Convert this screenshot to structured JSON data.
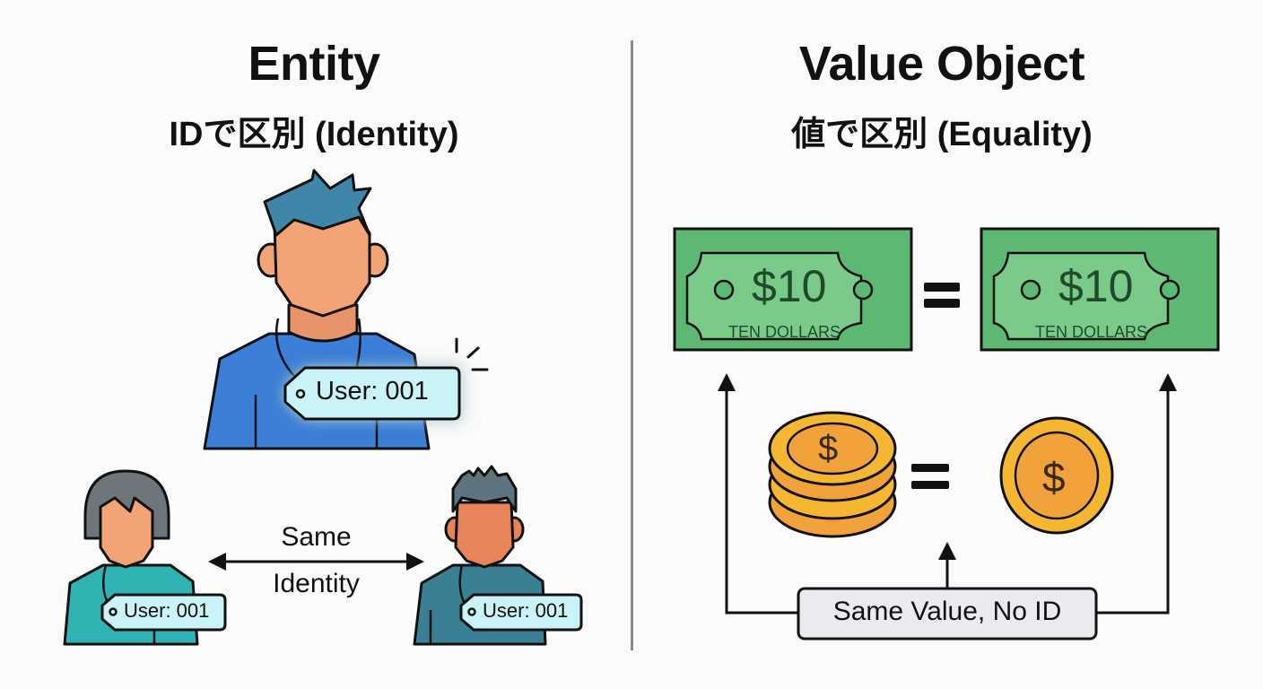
{
  "entity": {
    "title": "Entity",
    "subtitle": "IDで区別 (Identity)",
    "main_user_tag": "User: 001",
    "left_user_tag": "User: 001",
    "right_user_tag": "User: 001",
    "relation_label_line1": "Same",
    "relation_label_line2": "Identity"
  },
  "value_object": {
    "title": "Value Object",
    "subtitle": "値で区別 (Equality)",
    "bill_left": {
      "amount": "$10",
      "caption": "TEN DOLLARS"
    },
    "bill_right": {
      "amount": "$10",
      "caption": "TEN DOLLARS"
    },
    "coin_symbol": "$",
    "equals": "=",
    "bottom_label": "Same Value, No ID"
  },
  "colors": {
    "skin": "#f2a477",
    "hair_blue": "#3f86a8",
    "shirt_blue": "#3b7fd9",
    "shirt_teal": "#2fb3b3",
    "shirt_slate": "#3a7f93",
    "hair_gray": "#6e767c",
    "tag_fill": "#c9f3f6",
    "bill_green": "#5cb873",
    "bill_inner": "#7acb8a",
    "coin_gold": "#f5b731",
    "coin_inner": "#f2a23a",
    "label_box": "#e9ebee"
  }
}
